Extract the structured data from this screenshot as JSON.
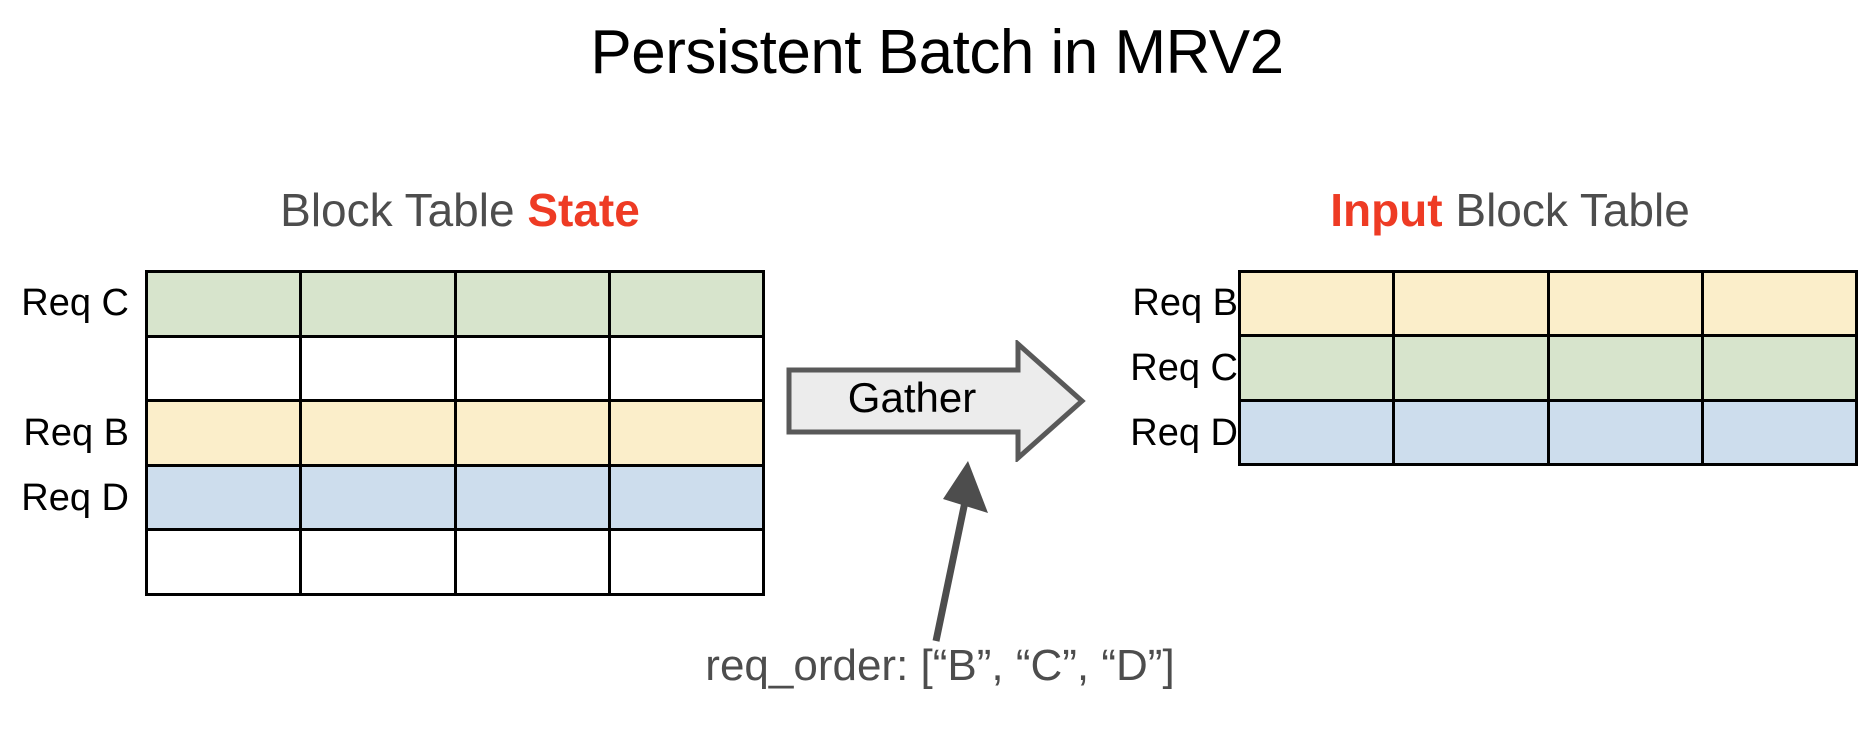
{
  "page": {
    "title": "Persistent Batch in MRV2",
    "background_color": "#ffffff"
  },
  "colors": {
    "accent_red": "#ee3b24",
    "heading_gray": "#4d4d4d",
    "cell_green": "#d7e4cc",
    "cell_yellow": "#fbeeca",
    "cell_blue": "#cddded",
    "cell_empty": "#ffffff",
    "grid_line": "#000000",
    "arrow_fill": "#ececec",
    "arrow_stroke": "#595959",
    "pointer_color": "#4d4d4d"
  },
  "left_panel": {
    "heading_prefix": "Block Table ",
    "heading_accent": "State",
    "columns": 4,
    "rows": [
      {
        "label": "Req C",
        "fill": "green",
        "cells": [
          "",
          "",
          "",
          ""
        ]
      },
      {
        "label": "",
        "fill": "empty",
        "cells": [
          "",
          "",
          "",
          ""
        ]
      },
      {
        "label": "Req B",
        "fill": "yellow",
        "cells": [
          "",
          "",
          "",
          ""
        ]
      },
      {
        "label": "Req D",
        "fill": "blue",
        "cells": [
          "",
          "",
          "",
          ""
        ]
      },
      {
        "label": "",
        "fill": "empty",
        "cells": [
          "",
          "",
          "",
          ""
        ]
      }
    ]
  },
  "right_panel": {
    "heading_accent": "Input",
    "heading_suffix": " Block Table",
    "columns": 4,
    "rows": [
      {
        "label": "Req B",
        "fill": "yellow",
        "cells": [
          "",
          "",
          "",
          ""
        ]
      },
      {
        "label": "Req C",
        "fill": "green",
        "cells": [
          "",
          "",
          "",
          ""
        ]
      },
      {
        "label": "Req D",
        "fill": "blue",
        "cells": [
          "",
          "",
          "",
          ""
        ]
      }
    ]
  },
  "gather": {
    "label": "Gather"
  },
  "annotation": {
    "caption": "req_order: [“B”, “C”, “D”]"
  }
}
